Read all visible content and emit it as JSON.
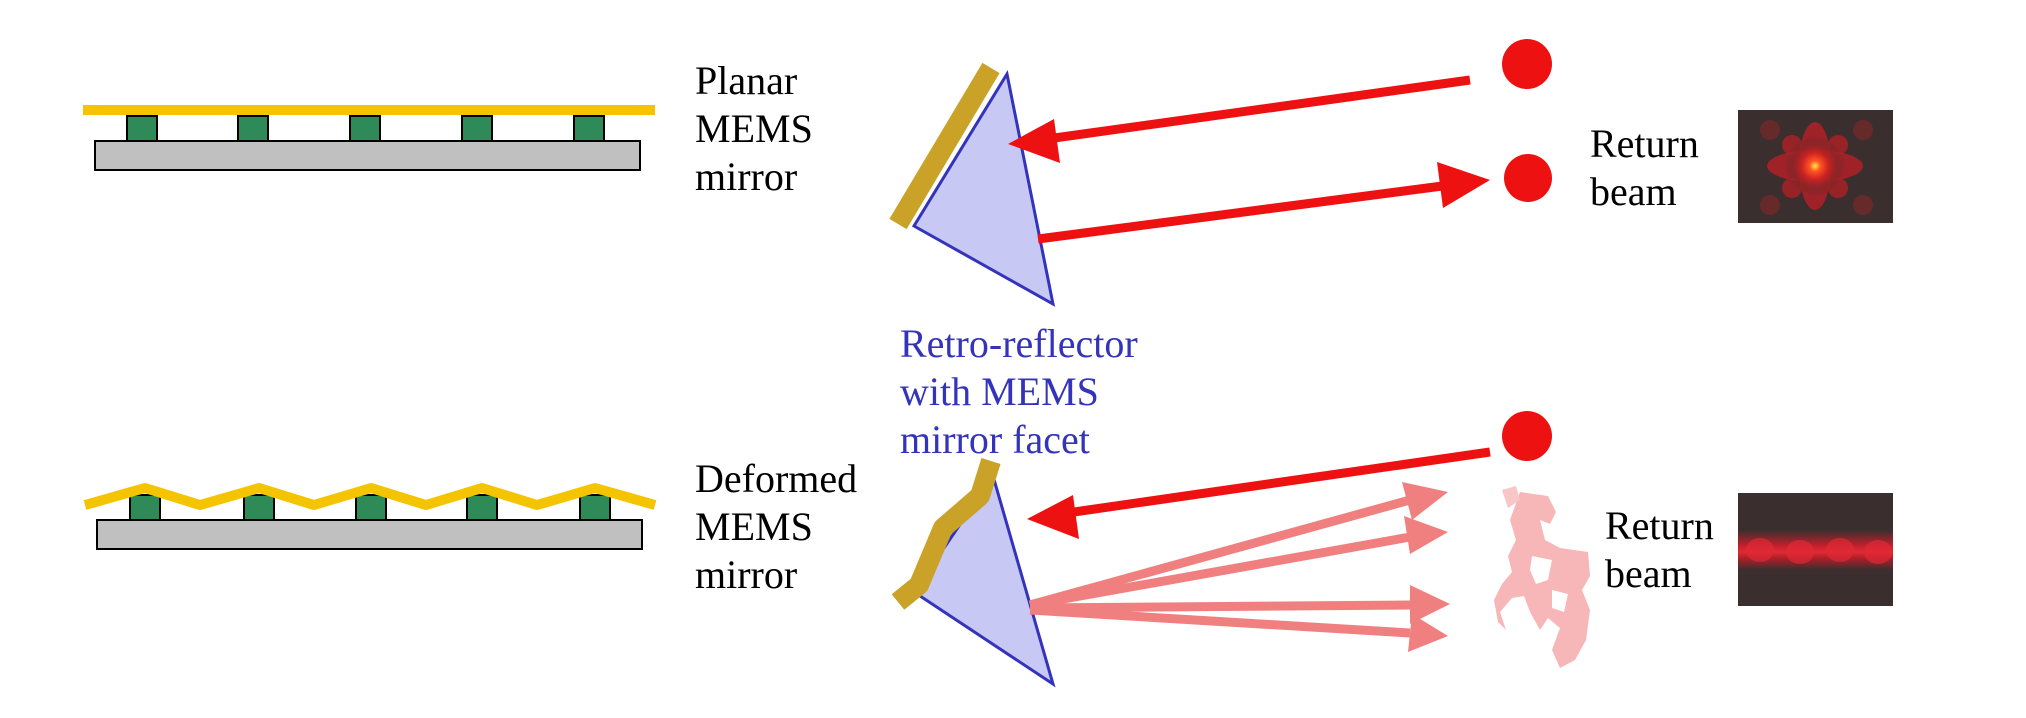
{
  "top": {
    "mirror_label": [
      "Planar",
      "MEMS",
      "mirror"
    ],
    "return_label": [
      "Return",
      "beam"
    ]
  },
  "middle": {
    "retro_label": [
      "Retro-reflector",
      "with MEMS",
      "mirror facet"
    ]
  },
  "bottom": {
    "mirror_label": [
      "Deformed",
      "MEMS",
      "mirror"
    ],
    "return_label": [
      "Return",
      "beam"
    ]
  },
  "colors": {
    "mirror_gold": "#f5c400",
    "facet_gold": "#c9a227",
    "actuator_green": "#2e8b57",
    "substrate_gray": "#c0c0c0",
    "prism_fill": "#c8c8f5",
    "prism_edge": "#3333bb",
    "beam_red": "#ee1111",
    "scatter_pink": "#f08080",
    "label_blue": "#3333bb"
  }
}
